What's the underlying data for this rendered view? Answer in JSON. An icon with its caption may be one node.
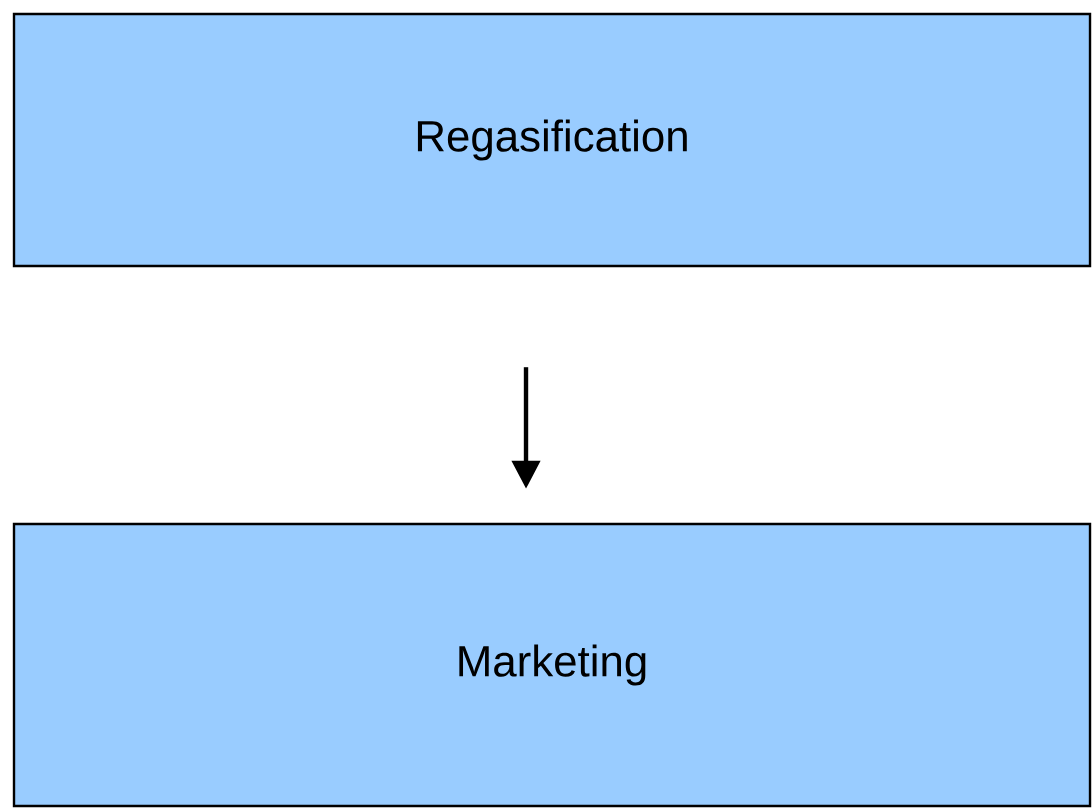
{
  "diagram": {
    "nodes": [
      {
        "text": [
          "Regasification"
        ]
      },
      {
        "text": [
          "Marketing"
        ]
      }
    ],
    "edges": [
      {
        "from": 0,
        "to": 1,
        "arrow": "to"
      }
    ]
  }
}
